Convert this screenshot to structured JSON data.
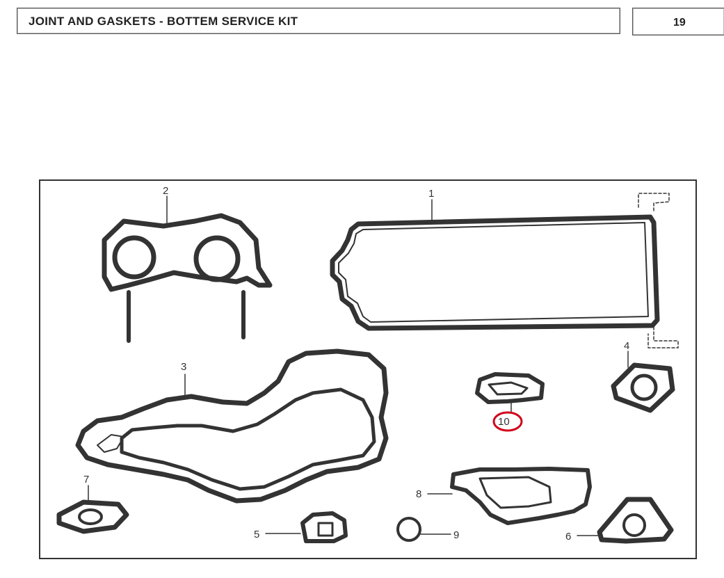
{
  "header": {
    "title": "JOINT AND GASKETS - BOTTEM SERVICE KIT",
    "page_number": "19"
  },
  "diagram": {
    "callouts": [
      "1",
      "2",
      "3",
      "4",
      "5",
      "6",
      "7",
      "8",
      "9",
      "10"
    ],
    "highlight_color": "#d0021b",
    "line_color": "#333333"
  }
}
